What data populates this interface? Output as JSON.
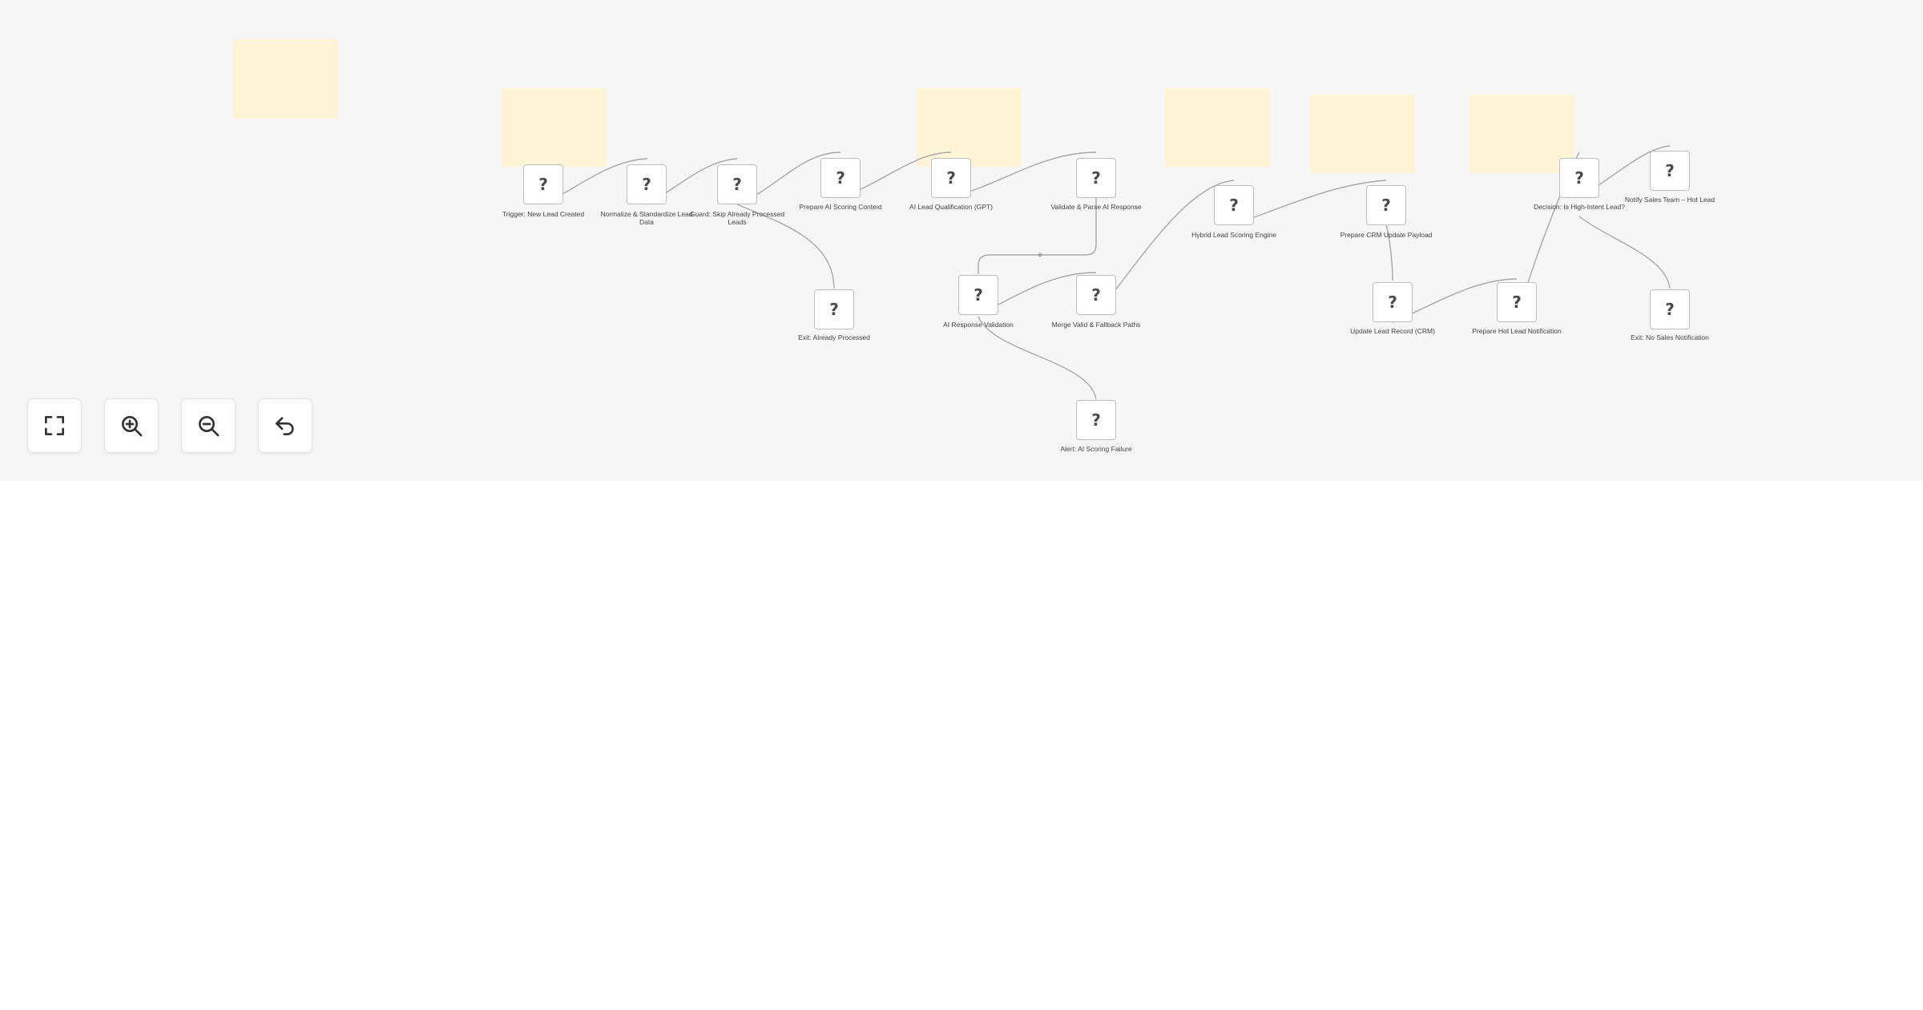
{
  "workflow": {
    "nodes": [
      {
        "id": "n1",
        "icon": "question-mark-icon",
        "glyph": "?",
        "label": "Trigger: New Lead Created"
      },
      {
        "id": "n2",
        "icon": "question-mark-icon",
        "glyph": "?",
        "label": "Normalize & Standardize Lead Data"
      },
      {
        "id": "n3",
        "icon": "question-mark-icon",
        "glyph": "?",
        "label": "Guard: Skip Already Processed Leads"
      },
      {
        "id": "n4",
        "icon": "question-mark-icon",
        "glyph": "?",
        "label": "Prepare AI Scoring Context"
      },
      {
        "id": "n5",
        "icon": "question-mark-icon",
        "glyph": "?",
        "label": "AI Lead Qualification (GPT)"
      },
      {
        "id": "n6",
        "icon": "question-mark-icon",
        "glyph": "?",
        "label": "Validate & Parse AI Response"
      },
      {
        "id": "n7",
        "icon": "question-mark-icon",
        "glyph": "?",
        "label": "Exit: Already Processed"
      },
      {
        "id": "n8",
        "icon": "question-mark-icon",
        "glyph": "?",
        "label": "AI Response Validation"
      },
      {
        "id": "n9",
        "icon": "question-mark-icon",
        "glyph": "?",
        "label": "Merge Valid & Fallback Paths"
      },
      {
        "id": "n10",
        "icon": "question-mark-icon",
        "glyph": "?",
        "label": "Alert: AI Scoring Failure"
      },
      {
        "id": "n11",
        "icon": "question-mark-icon",
        "glyph": "?",
        "label": "Hybrid Lead Scoring Engine"
      },
      {
        "id": "n12",
        "icon": "question-mark-icon",
        "glyph": "?",
        "label": "Prepare CRM Update Payload"
      },
      {
        "id": "n13",
        "icon": "question-mark-icon",
        "glyph": "?",
        "label": "Update Lead Record (CRM)"
      },
      {
        "id": "n14",
        "icon": "question-mark-icon",
        "glyph": "?",
        "label": "Prepare Hot Lead Notification"
      },
      {
        "id": "n15",
        "icon": "question-mark-icon",
        "glyph": "?",
        "label": "Decision: Is High-Intent Lead?"
      },
      {
        "id": "n16",
        "icon": "question-mark-icon",
        "glyph": "?",
        "label": "Notify Sales Team – Hot Lead"
      },
      {
        "id": "n17",
        "icon": "question-mark-icon",
        "glyph": "?",
        "label": "Exit: No Sales Notification"
      }
    ],
    "sticky_note_count": 6
  },
  "controls": [
    {
      "name": "fit-view-button",
      "icon": "fullscreen-icon"
    },
    {
      "name": "zoom-in-button",
      "icon": "zoom-in-icon"
    },
    {
      "name": "zoom-out-button",
      "icon": "zoom-out-icon"
    },
    {
      "name": "reset-view-button",
      "icon": "undo-icon"
    }
  ],
  "colors": {
    "canvas_bg": "#f6f6f6",
    "sticky": "#fff4d8",
    "edge": "#a8a8a8",
    "node_border": "#bdbdbd",
    "icon": "#333333"
  }
}
